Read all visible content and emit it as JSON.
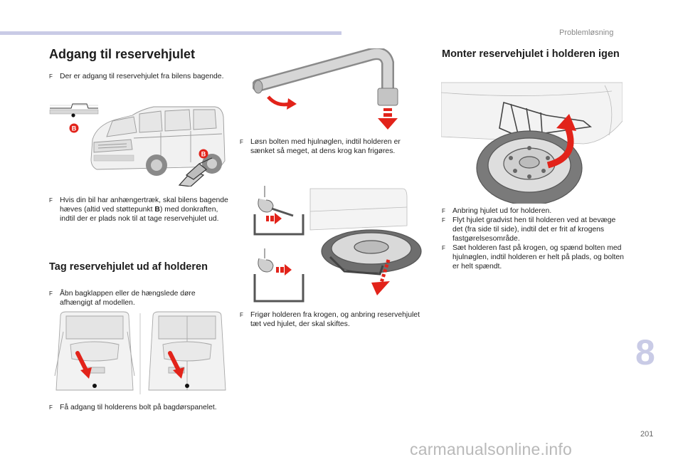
{
  "header": {
    "section": "Problemløsning"
  },
  "col1": {
    "title": "Adgang til reservehjulet",
    "b1": "Der er adgang til reservehjulet fra bilens bagende.",
    "b2_pre": "Hvis din bil har anhængertræk, skal bilens bagende hæves (altid ved støttepunkt ",
    "b2_bold": "B",
    "b2_post": ") med donkraften, indtil der er plads nok til at tage reservehjulet ud.",
    "subtitle": "Tag reservehjulet ud af holderen",
    "b3": "Åbn bagklappen eller de hængslede døre afhængigt af modellen.",
    "b4": "Få adgang til holderens bolt på bagdørspanelet.",
    "marker_label": "B"
  },
  "col2": {
    "b1": "Løsn bolten med hjulnøglen, indtil holderen er sænket så meget, at dens krog kan frigøres.",
    "b2": "Frigør holderen fra krogen, og anbring reservehjulet tæt ved hjulet, der skal skiftes."
  },
  "col3": {
    "title": "Monter reservehjulet i holderen igen",
    "b1": "Anbring hjulet ud for holderen.",
    "b2": "Flyt hjulet gradvist hen til holderen ved at bevæge det (fra side til side), indtil det er frit af krogens fastgørelsesområde.",
    "b3": "Sæt holderen fast på krogen, og spænd bolten med hjulnøglen, indtil holderen er helt på plads, og bolten er helt spændt."
  },
  "bullet_glyph": "F",
  "chapter_number": "8",
  "page_number": "201",
  "watermark": "carmanualsonline.info",
  "colors": {
    "accent_bar": "#c9cbe6",
    "arrow_red": "#e2231a",
    "chapter": "#c9cbe6"
  }
}
